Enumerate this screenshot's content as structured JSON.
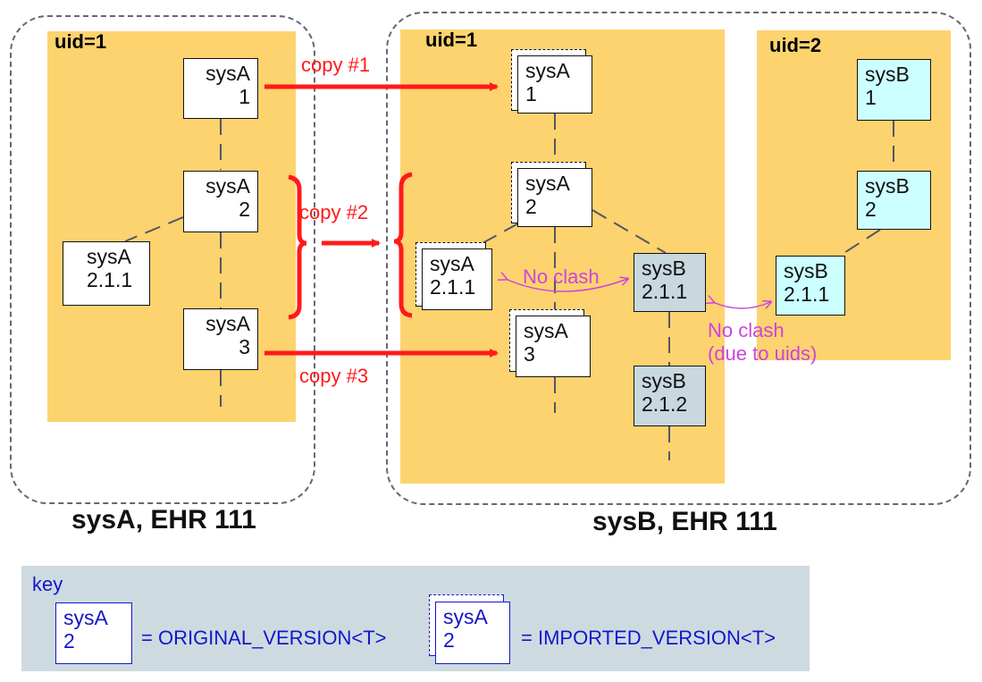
{
  "regions": {
    "sysA_uid": "uid=1",
    "sysB_uid1": "uid=1",
    "sysB_uid2": "uid=2"
  },
  "nodes": {
    "a1": [
      "sysA",
      "1"
    ],
    "a2": [
      "sysA",
      "2"
    ],
    "a211": [
      "sysA",
      "2.1.1"
    ],
    "a3": [
      "sysA",
      "3"
    ],
    "ia1": [
      "sysA",
      "1"
    ],
    "ia2": [
      "sysA",
      "2"
    ],
    "ia211": [
      "sysA",
      "2.1.1"
    ],
    "ia3": [
      "sysA",
      "3"
    ],
    "b211_1": [
      "sysB",
      "2.1.1"
    ],
    "b212_1": [
      "sysB",
      "2.1.2"
    ],
    "b1": [
      "sysB",
      "1"
    ],
    "b2": [
      "sysB",
      "2"
    ],
    "b211_2": [
      "sysB",
      "2.1.1"
    ]
  },
  "copies": {
    "copy1": "copy #1",
    "copy2": "copy #2",
    "copy3": "copy #3"
  },
  "clash": {
    "left": "No clash",
    "right_line1": "No clash",
    "right_line2": "(due to uids)"
  },
  "systems": {
    "sysA": "sysA, EHR 111",
    "sysB": "sysB, EHR 111"
  },
  "key": {
    "title": "key",
    "orig_node": [
      "sysA",
      "2"
    ],
    "orig_label": "= ORIGINAL_VERSION<T>",
    "imp_node": [
      "sysA",
      "2"
    ],
    "imp_label": "= IMPORTED_VERSION<T>"
  },
  "colors": {
    "zone": "#fcd36e",
    "copy_arrow": "#ff1a1a",
    "clash_text": "#cc44dd",
    "key_text": "#1515cc",
    "key_panel": "#cddbe1",
    "sysB_uid2_node": "#ccffff",
    "sysB_uid1_node": "#c9d7de"
  }
}
